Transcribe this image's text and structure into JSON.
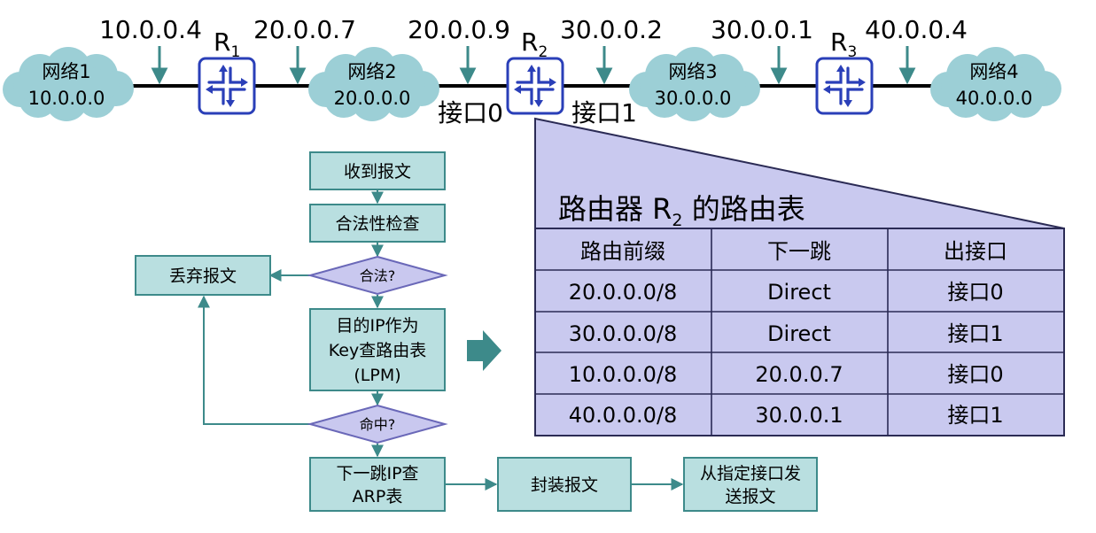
{
  "topology": {
    "networks": [
      {
        "name": "网络1",
        "addr": "10.0.0.0"
      },
      {
        "name": "网络2",
        "addr": "20.0.0.0"
      },
      {
        "name": "网络3",
        "addr": "30.0.0.0"
      },
      {
        "name": "网络4",
        "addr": "40.0.0.0"
      }
    ],
    "routers": [
      {
        "letter": "R",
        "sub": "1"
      },
      {
        "letter": "R",
        "sub": "2"
      },
      {
        "letter": "R",
        "sub": "3"
      }
    ],
    "ips": [
      "10.0.0.4",
      "20.0.0.7",
      "20.0.0.9",
      "30.0.0.2",
      "30.0.0.1",
      "40.0.0.4"
    ],
    "interfaces": [
      "接口0",
      "接口1"
    ]
  },
  "flowchart": {
    "receive": "收到报文",
    "check": "合法性检查",
    "valid_q": "合法?",
    "drop": "丢弃报文",
    "lookup_lines": [
      "目的IP作为",
      "Key查路由表",
      "(LPM)"
    ],
    "hit_q": "命中?",
    "arp_lines": [
      "下一跳IP查",
      "ARP表"
    ],
    "encap": "封装报文",
    "send_lines": [
      "从指定接口发",
      "送报文"
    ]
  },
  "routing_table": {
    "title_pre": "路由器 R",
    "title_sub": "2",
    "title_post": " 的路由表",
    "headers": [
      "路由前缀",
      "下一跳",
      "出接口"
    ],
    "rows": [
      [
        "20.0.0.0/8",
        "Direct",
        "接口0"
      ],
      [
        "30.0.0.0/8",
        "Direct",
        "接口1"
      ],
      [
        "10.0.0.0/8",
        "20.0.0.7",
        "接口0"
      ],
      [
        "40.0.0.0/8",
        "30.0.0.1",
        "接口1"
      ]
    ]
  },
  "colors": {
    "teal": "#3d8a8a",
    "cloud": "#9ccfd6",
    "box_fill": "#b9dfe0",
    "box_stroke": "#3d8a8a",
    "diamond_fill": "#c9c8ef",
    "diamond_stroke": "#6a68b8",
    "table_fill": "#c9c9ef",
    "table_stroke": "#2b2b55",
    "router_stroke": "#2a3fb8"
  }
}
